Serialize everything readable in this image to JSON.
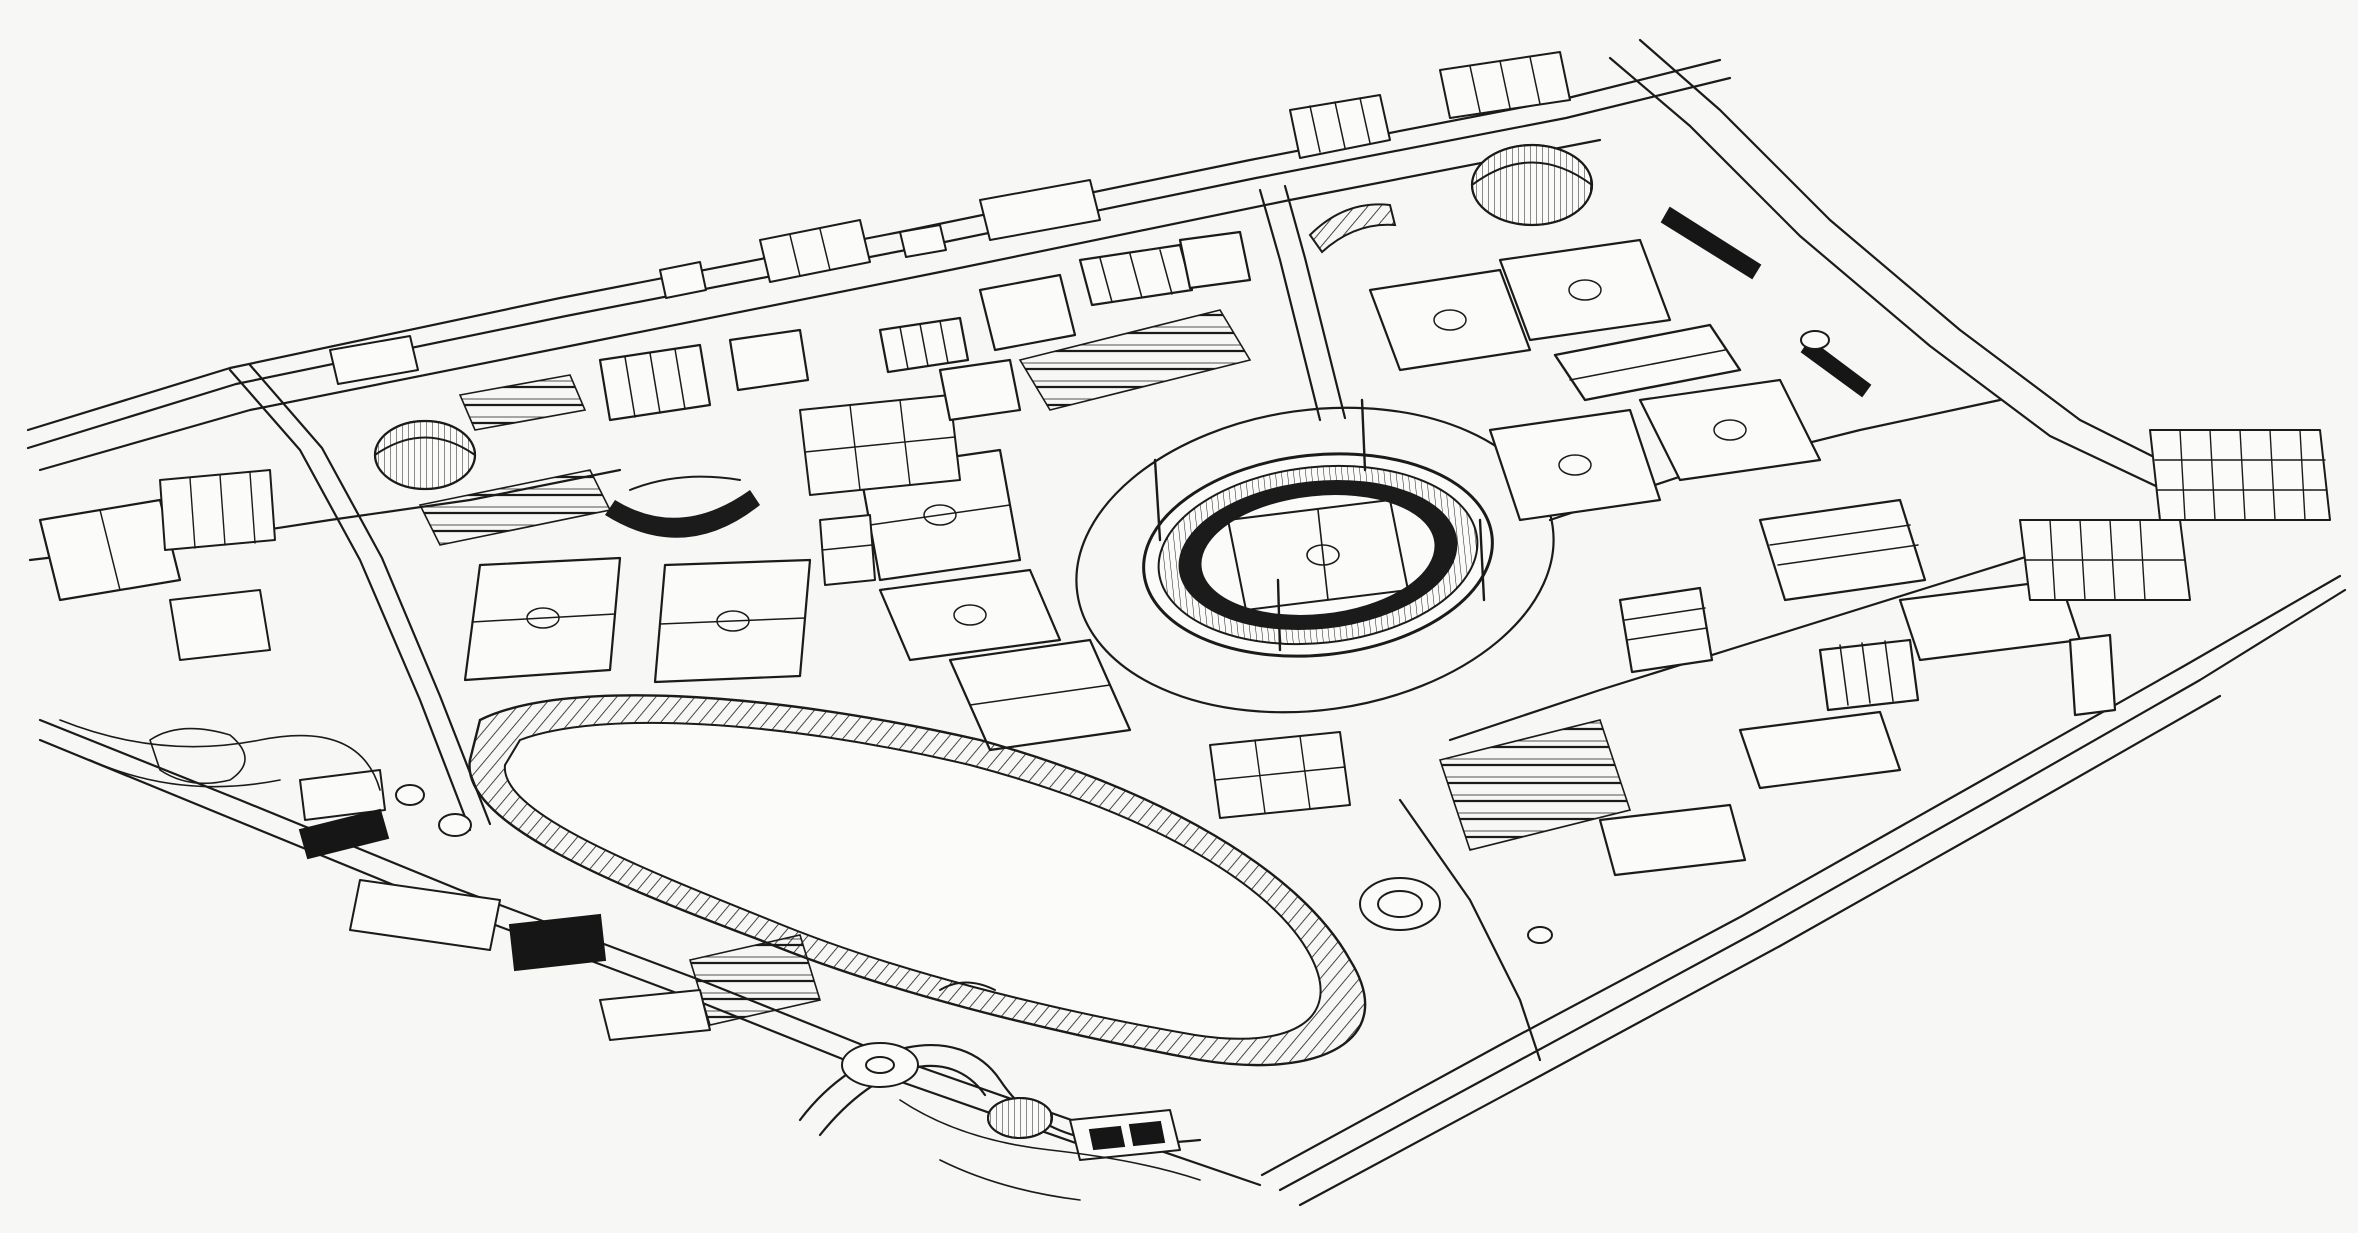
{
  "image": {
    "kind": "axonometric-site-plan",
    "palette": {
      "paper": "#f7f7f5",
      "ink": "#1b1b1b"
    },
    "features": [
      "central-stadium",
      "rowing-lake",
      "football-fields",
      "tennis-courts",
      "domed-arenas",
      "parking-lots",
      "road-network",
      "residential-blocks"
    ]
  }
}
